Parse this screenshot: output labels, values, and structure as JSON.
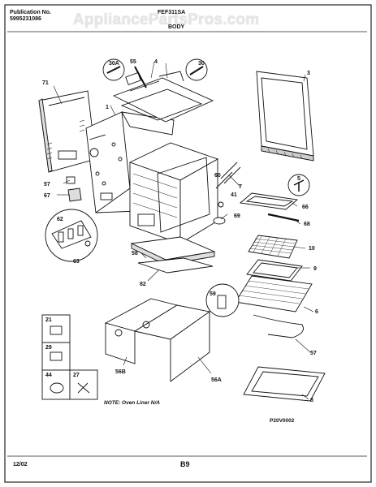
{
  "header": {
    "publication_label": "Publication No.",
    "publication_number": "5995231086",
    "model": "FEF311SA",
    "section": "BODY"
  },
  "watermark": "AppliancePartsPros.com",
  "note": "NOTE: Oven Liner N/A",
  "drawing_number": "P20V0002",
  "footer": {
    "date": "12/02",
    "page": "B9"
  },
  "callouts": {
    "c71": "71",
    "c55": "55",
    "c4": "4",
    "c30A": "30A",
    "c30": "30",
    "c3": "3",
    "c1": "1",
    "c5": "5",
    "c57": "57",
    "c67": "67",
    "c60": "60",
    "c7": "7",
    "c41": "41",
    "c66": "66",
    "c68": "68",
    "c69": "69",
    "c62": "62",
    "c63": "63",
    "c10": "10",
    "c58": "58",
    "c9": "9",
    "c82": "82",
    "c59": "59",
    "c6": "6",
    "c21": "21",
    "c29": "29",
    "c44": "44",
    "c27": "27",
    "c56B": "56B",
    "c56A": "56A",
    "c8": "8",
    "c57b": "57"
  }
}
